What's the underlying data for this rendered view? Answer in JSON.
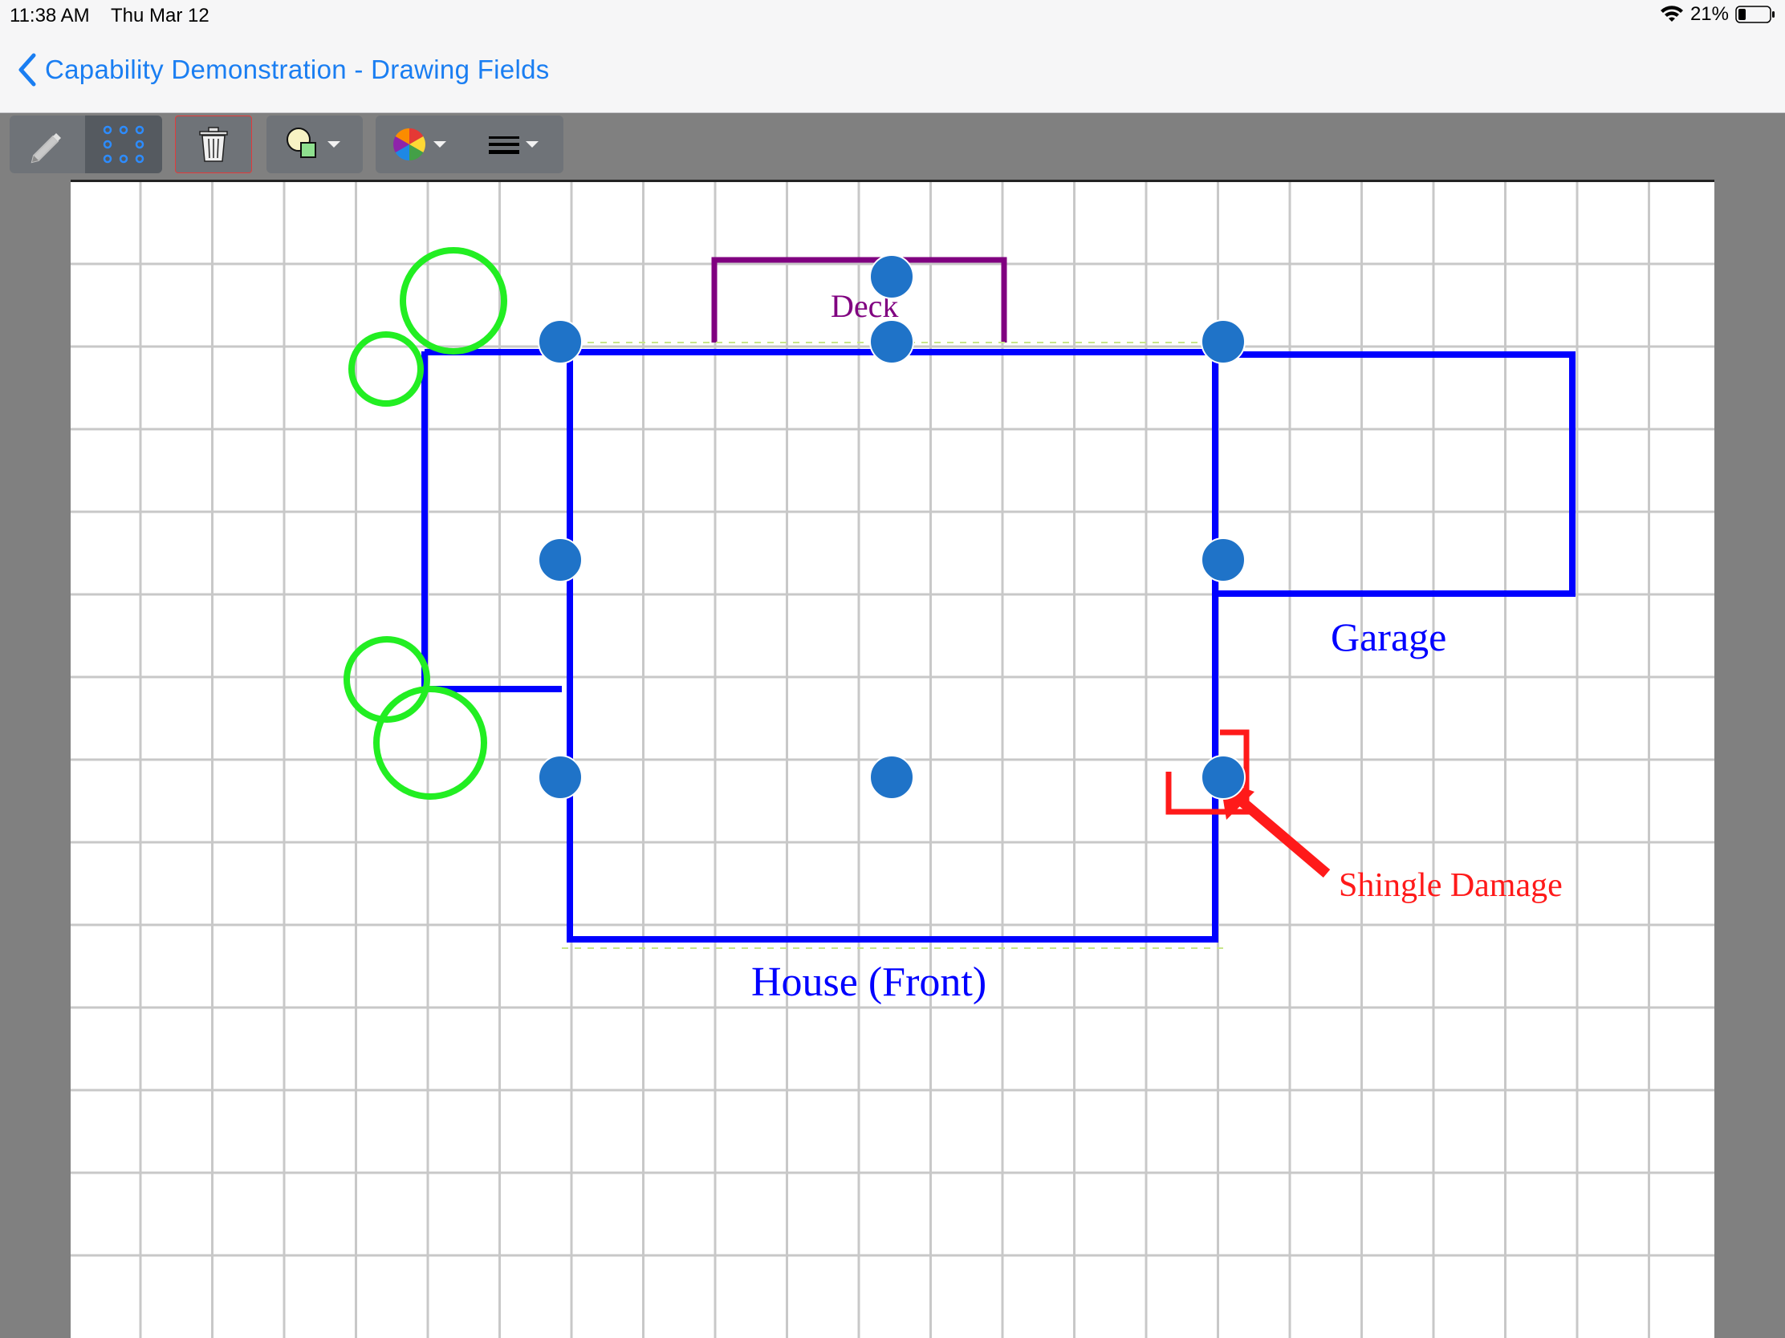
{
  "status": {
    "time": "11:38 AM",
    "date": "Thu Mar 12",
    "battery": "21%"
  },
  "nav": {
    "back_title": "Capability Demonstration - Drawing Fields"
  },
  "toolbar": {
    "pencil_icon": "pencil-icon",
    "select_icon": "selection-marquee-icon",
    "delete_icon": "trash-icon",
    "shape_icon": "shapes-icon",
    "color_icon": "color-wheel-icon",
    "line_icon": "line-weight-icon"
  },
  "drawing": {
    "labels": {
      "deck": "Deck",
      "garage": "Garage",
      "house": "House (Front)",
      "damage": "Shingle Damage"
    },
    "colors": {
      "house": "#0000ff",
      "deck": "#800080",
      "shrubs": "#22ee22",
      "damage": "#ff1a1a",
      "handles": "#1f73c8",
      "grid": "#c8c8c8",
      "accent": "#1a7ef2"
    }
  }
}
